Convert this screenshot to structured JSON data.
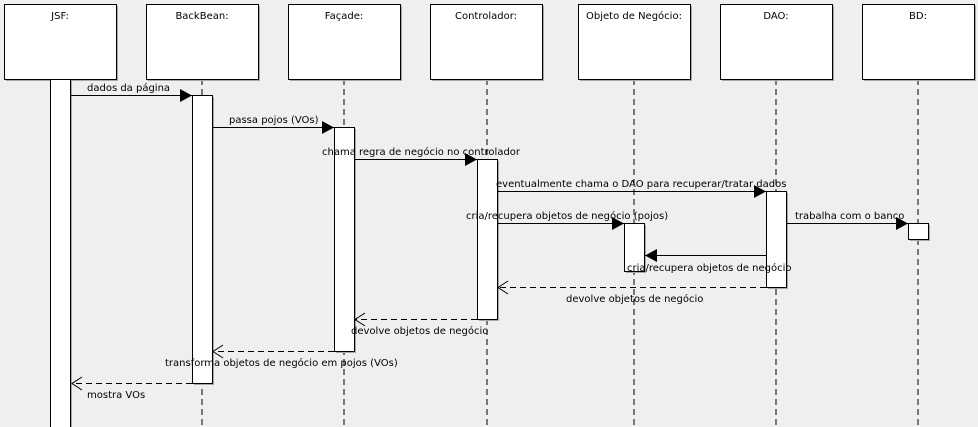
{
  "diagram": {
    "type": "sequence",
    "lifelines": [
      {
        "id": "jsf",
        "label": "JSF:"
      },
      {
        "id": "backbean",
        "label": "BackBean:"
      },
      {
        "id": "facade",
        "label": "Façade:"
      },
      {
        "id": "controlador",
        "label": "Controlador:"
      },
      {
        "id": "objeto",
        "label": "Objeto de Negócio:"
      },
      {
        "id": "dao",
        "label": "DAO:"
      },
      {
        "id": "bd",
        "label": "BD:"
      }
    ],
    "messages": [
      {
        "from": "jsf",
        "to": "backbean",
        "label": "dados da página",
        "kind": "call"
      },
      {
        "from": "backbean",
        "to": "facade",
        "label": "passa pojos (VOs)",
        "kind": "call"
      },
      {
        "from": "facade",
        "to": "controlador",
        "label": "chama regra de negócio no controlador",
        "kind": "call"
      },
      {
        "from": "controlador",
        "to": "dao",
        "label": "eventualmente chama o DAO para recuperar/tratar dados",
        "kind": "call"
      },
      {
        "from": "controlador",
        "to": "objeto",
        "label": "cria/recupera objetos de negócio (pojos)",
        "kind": "call"
      },
      {
        "from": "dao",
        "to": "bd",
        "label": "trabalha com o banco",
        "kind": "call"
      },
      {
        "from": "dao",
        "to": "objeto",
        "label": "cria/recupera objetos de negócio",
        "kind": "call"
      },
      {
        "from": "dao",
        "to": "controlador",
        "label": "devolve objetos de negócio",
        "kind": "return"
      },
      {
        "from": "controlador",
        "to": "facade",
        "label": "devolve objetos de negócio",
        "kind": "return"
      },
      {
        "from": "facade",
        "to": "backbean",
        "label": "transforma objetos de negócio em pojos (VOs)",
        "kind": "return"
      },
      {
        "from": "backbean",
        "to": "jsf",
        "label": "mostra VOs",
        "kind": "return"
      }
    ]
  }
}
